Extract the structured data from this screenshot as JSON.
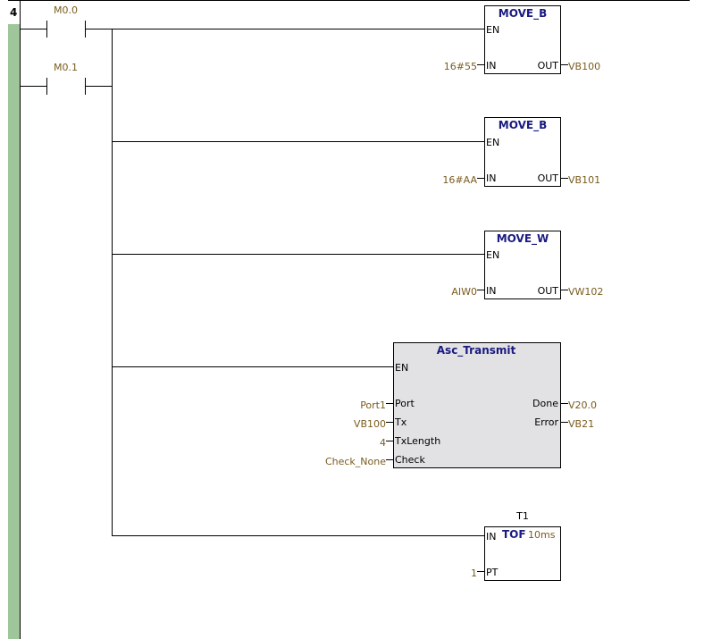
{
  "network": {
    "number": "4"
  },
  "contacts": [
    {
      "label": "M0.0"
    },
    {
      "label": "M0.1"
    }
  ],
  "blocks": {
    "move_b_1": {
      "title": "MOVE_B",
      "en": "EN",
      "in": "IN",
      "out": "OUT",
      "in_value": "16#55",
      "out_value": "VB100"
    },
    "move_b_2": {
      "title": "MOVE_B",
      "en": "EN",
      "in": "IN",
      "out": "OUT",
      "in_value": "16#AA",
      "out_value": "VB101"
    },
    "move_w": {
      "title": "MOVE_W",
      "en": "EN",
      "in": "IN",
      "out": "OUT",
      "in_value": "AIW0",
      "out_value": "VW102"
    },
    "asc_transmit": {
      "title": "Asc_Transmit",
      "en": "EN",
      "inputs": [
        {
          "pin": "Port",
          "value": "Port1"
        },
        {
          "pin": "Tx",
          "value": "VB100"
        },
        {
          "pin": "TxLength",
          "value": "4"
        },
        {
          "pin": "Check",
          "value": "Check_None"
        }
      ],
      "outputs": [
        {
          "pin": "Done",
          "value": "V20.0"
        },
        {
          "pin": "Error",
          "value": "VB21"
        }
      ]
    },
    "timer": {
      "name": "T1",
      "type": "TOF",
      "base": "10ms",
      "in": "IN",
      "pt": "PT",
      "pt_value": "1"
    }
  },
  "colors": {
    "left_rail": "#9fc59a",
    "block_gray": "#e2e2e4",
    "param_text": "#7a5c1e",
    "block_title": "#1a1a80"
  }
}
